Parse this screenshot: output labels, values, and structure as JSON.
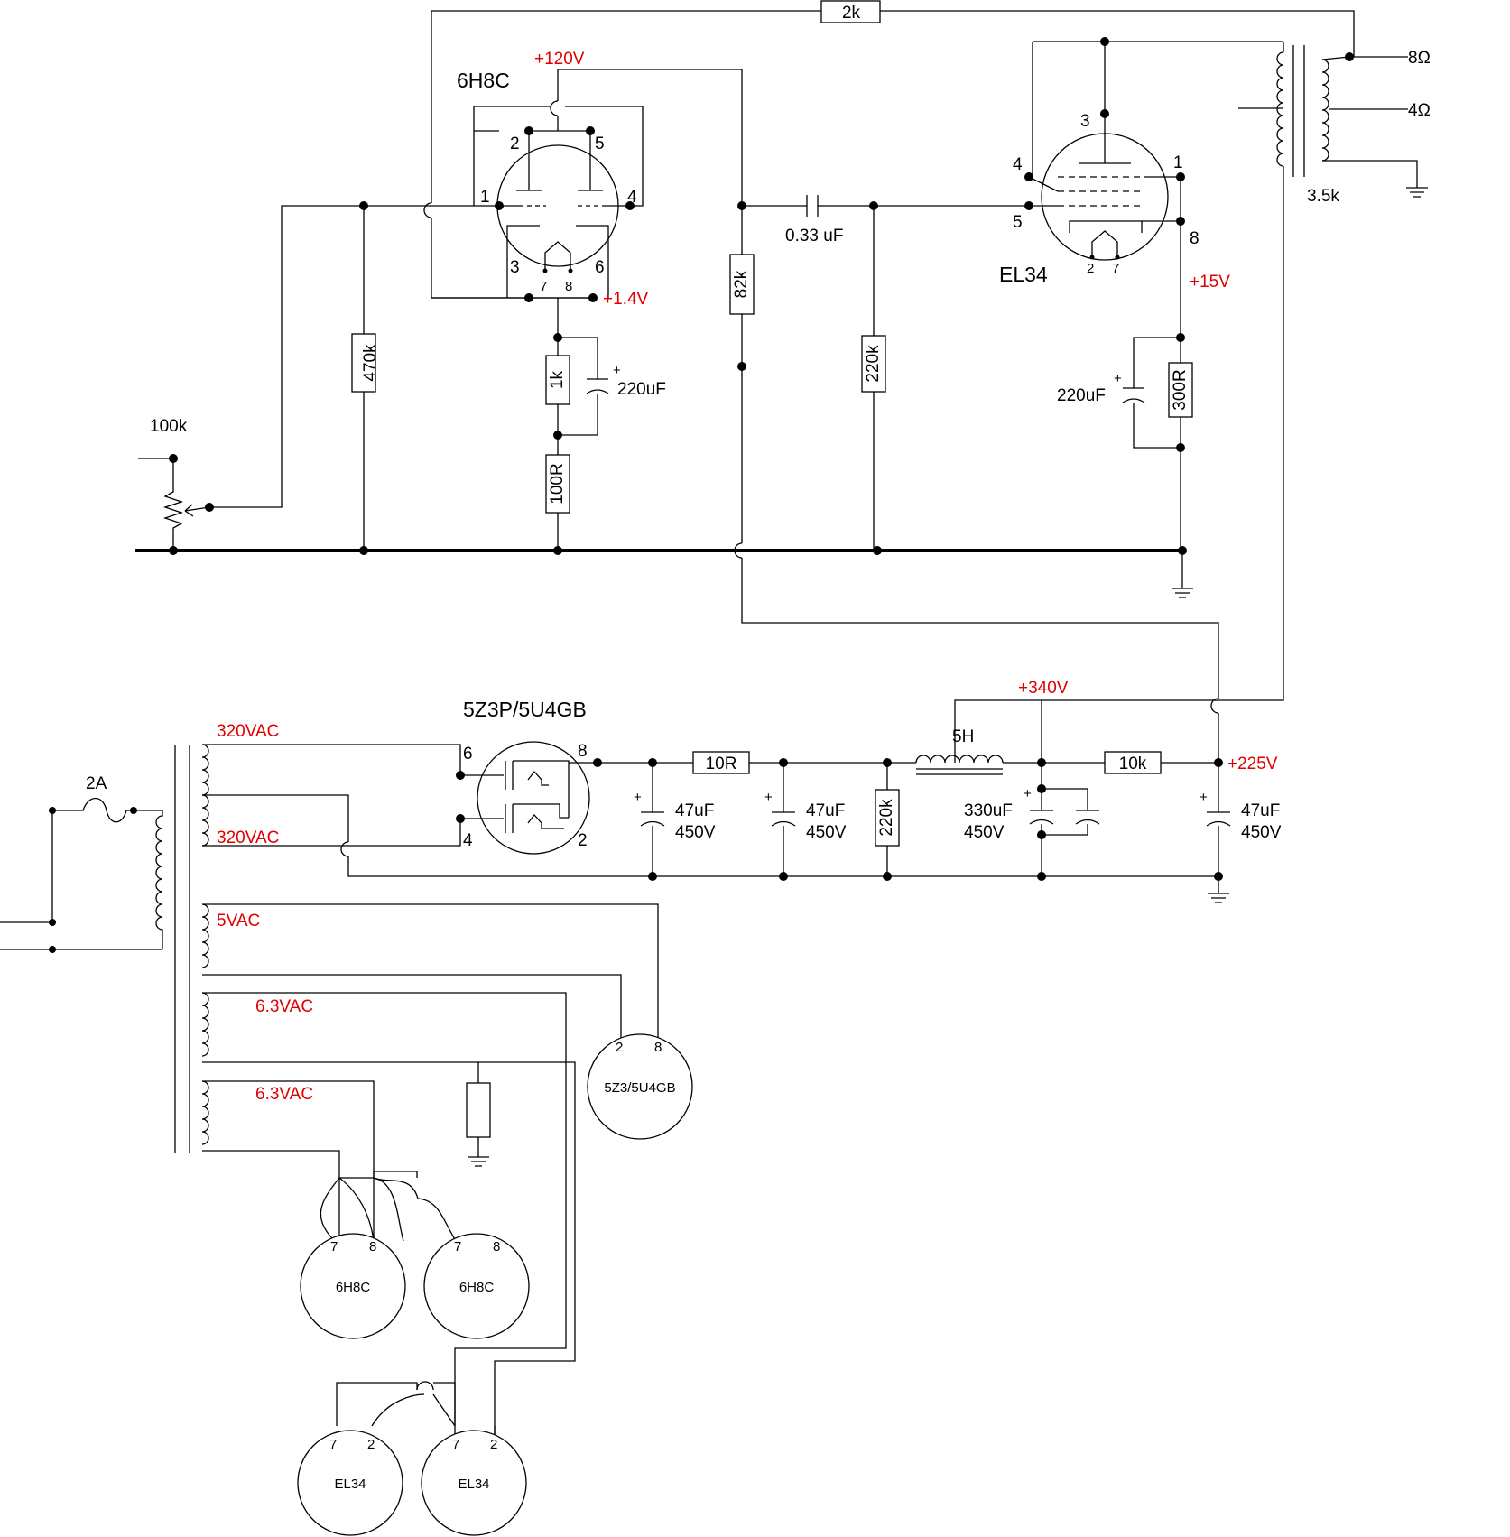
{
  "top_feedback": {
    "resistor": "2k"
  },
  "input": {
    "pot": "100k"
  },
  "driver": {
    "tube": "6H8C",
    "pins": {
      "p1": "1",
      "p2": "2",
      "p3": "3",
      "p4": "4",
      "p5": "5",
      "p6": "6",
      "p7": "7",
      "p8": "8"
    },
    "plate_voltage": "+120V",
    "cathode_voltage": "+1.4V",
    "grid_resistor": "470k",
    "cathode_resistor": "1k",
    "cathode_cap": "220uF",
    "cathode_resistor2": "100R",
    "plate_resistor": "82k"
  },
  "coupling": {
    "cap": "0.33 uF",
    "grid_resistor": "220k"
  },
  "output": {
    "tube": "EL34",
    "pins": {
      "p1": "1",
      "p2": "2",
      "p3": "3",
      "p4": "4",
      "p5": "5",
      "p7": "7",
      "p8": "8"
    },
    "cathode_voltage": "+15V",
    "cathode_resistor": "300R",
    "cathode_cap": "220uF"
  },
  "transformer": {
    "impedance": "3.5k",
    "tap_8": "8Ω",
    "tap_4": "4Ω"
  },
  "power_supply": {
    "rectifier": "5Z3P/5U4GB",
    "rect_pins": {
      "p6": "6",
      "p8": "8",
      "p4": "4",
      "p2": "2"
    },
    "fuse": "2A",
    "secondary1": "320VAC",
    "secondary2": "320VAC",
    "secondary_5v": "5VAC",
    "heater1": "6.3VAC",
    "heater2": "6.3VAC",
    "r_10": "10R",
    "cap1_a": "47uF",
    "cap1_b": "450V",
    "cap2_a": "47uF",
    "cap2_b": "450V",
    "bleeder": "220k",
    "choke": "5H",
    "b_plus_1": "+340V",
    "cap3_a": "330uF",
    "cap3_b": "450V",
    "r_10k": "10k",
    "b_plus_2": "+225V",
    "cap4_a": "47uF",
    "cap4_b": "450V"
  },
  "heater_sockets": {
    "rect_socket": {
      "label": "5Z3/5U4GB",
      "pin_a": "2",
      "pin_b": "8"
    },
    "s1": {
      "label": "6H8C",
      "pin_a": "7",
      "pin_b": "8"
    },
    "s2": {
      "label": "6H8C",
      "pin_a": "7",
      "pin_b": "8"
    },
    "s3": {
      "label": "EL34",
      "pin_a": "7",
      "pin_b": "2"
    },
    "s4": {
      "label": "EL34",
      "pin_a": "7",
      "pin_b": "2"
    }
  },
  "plus_sign": "+"
}
